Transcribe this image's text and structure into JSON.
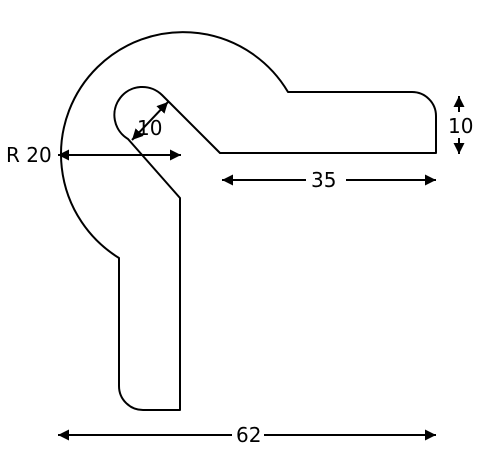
{
  "dimensions": {
    "radius": "R 20",
    "slot_width": "10",
    "arm_length": "35",
    "arm_thickness": "10",
    "overall_width": "62"
  }
}
